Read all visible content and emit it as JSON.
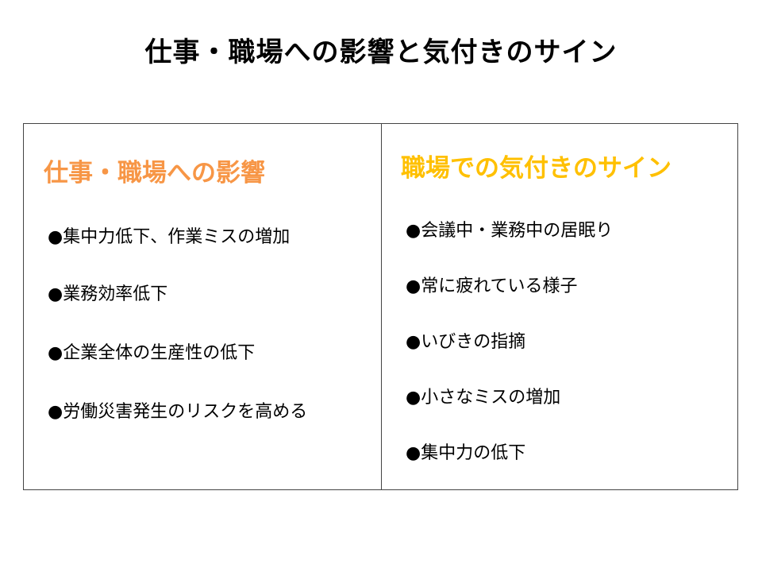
{
  "title": "仕事・職場への影響と気付きのサイン",
  "left": {
    "heading": "仕事・職場への影響",
    "items": [
      "●集中力低下、作業ミスの増加",
      "●業務効率低下",
      "●企業全体の生産性の低下",
      "●労働災害発生のリスクを高める"
    ]
  },
  "right": {
    "heading": "職場での気付きのサイン",
    "items": [
      "●会議中・業務中の居眠り",
      "●常に疲れている様子",
      "●いびきの指摘",
      "●小さなミスの増加",
      "●集中力の低下"
    ]
  },
  "colors": {
    "left_heading": "#F79646",
    "right_heading": "#FFC000"
  }
}
